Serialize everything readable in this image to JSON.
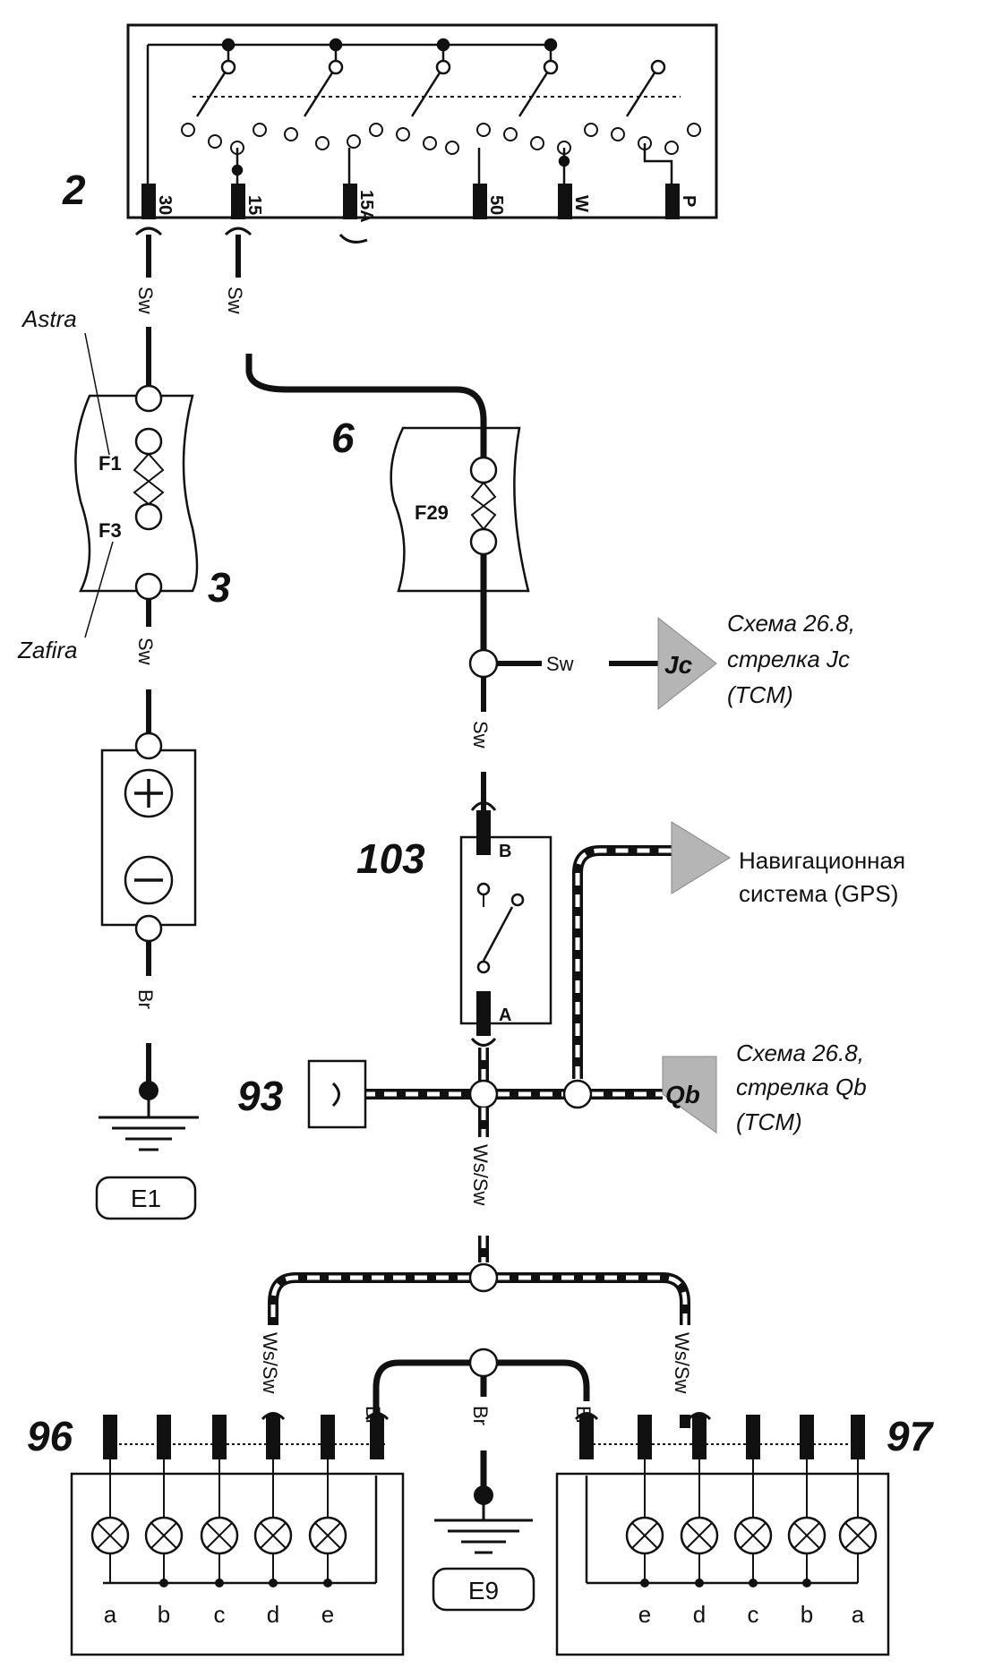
{
  "components": {
    "ignition_switch": {
      "number": "2",
      "pins": [
        "30",
        "15",
        "15A",
        "50",
        "W",
        "P"
      ]
    },
    "fuse_box_left": {
      "number": "3",
      "fuses": [
        "F1",
        "F3"
      ],
      "models": [
        "Astra",
        "Zafira"
      ]
    },
    "fuse_box_right": {
      "number": "6",
      "fuse": "F29"
    },
    "switch_103": {
      "number": "103",
      "pins": [
        "B",
        "A"
      ]
    },
    "connector_93": {
      "number": "93"
    },
    "lamp_block_left": {
      "number": "96",
      "lamps": [
        "a",
        "b",
        "c",
        "d",
        "e"
      ]
    },
    "lamp_block_right": {
      "number": "97",
      "lamps": [
        "e",
        "d",
        "c",
        "b",
        "a"
      ]
    }
  },
  "grounds": {
    "left": "E1",
    "bottom": "E9"
  },
  "wires": {
    "sw": "Sw",
    "br": "Br",
    "ws_sw": "Ws/Sw"
  },
  "references": {
    "jc": {
      "arrow": "Jc",
      "lines": [
        "Схема 26.8,",
        "стрелка  Jc",
        "(TCM)"
      ]
    },
    "gps": {
      "lines": [
        "Навигационная",
        "система (GPS)"
      ]
    },
    "qb": {
      "arrow": "Qb",
      "lines": [
        "Схема 26.8,",
        "стрелка Qb",
        "(TCM)"
      ]
    }
  },
  "colors": {
    "ink": "#111111",
    "arrow": "#b5b5b5",
    "dash": "#111111"
  }
}
